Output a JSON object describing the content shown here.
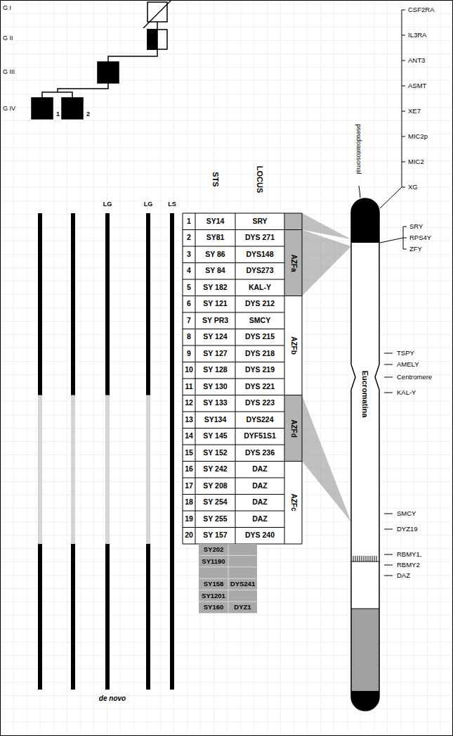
{
  "diagram": {
    "labels": [
      "G I",
      "G II",
      "G III",
      "G IV",
      "1",
      "2",
      "LG",
      "LG",
      "LS",
      "de novo",
      "STS",
      "LOCUS",
      "1",
      "SY14",
      "SRY",
      "2",
      "SY81",
      "DYS 271",
      "3",
      "SY 86",
      "DYS148",
      "4",
      "SY 84",
      "DYS273",
      "5",
      "SY 182",
      "KAL-Y",
      "6",
      "SY 121",
      "DYS 212",
      "7",
      "SY PR3",
      "SMCY",
      "8",
      "SY 124",
      "DYS 215",
      "9",
      "SY 127",
      "DYS 218",
      "10",
      "SY 128",
      "DYS 219",
      "11",
      "SY 130",
      "DYS 221",
      "12",
      "SY 133",
      "DYS 223",
      "13",
      "SY134",
      "DYS224",
      "14",
      "SY 145",
      "DYF51S1",
      "15",
      "SY 152",
      "DYS 236",
      "16",
      "SY 242",
      "DAZ",
      "17",
      "SY 208",
      "DAZ",
      "18",
      "SY 254",
      "DAZ",
      "19",
      "SY 255",
      "DAZ",
      "20",
      "SY 157",
      "DYS 240",
      "AZFa",
      "AZFb",
      "AZFd",
      "AZFc",
      "SY202",
      "SY1190",
      "SY158",
      "DYS241",
      "SY1201",
      "SY160",
      "DYZ1",
      "pseudoautosomal",
      "Eucromatina",
      "CSF2RA",
      "IL3RA",
      "ANT3",
      "ASMT",
      "XE7",
      "MIC2p",
      "MIC2",
      "XG",
      "SRY",
      "RPS4Y",
      "ZFY",
      "TSPY",
      "AMELY",
      "Centromere",
      "KAL-Y",
      "SMCY",
      "DYZ19",
      "RBMY1,",
      "RBMY2",
      "DAZ"
    ]
  }
}
